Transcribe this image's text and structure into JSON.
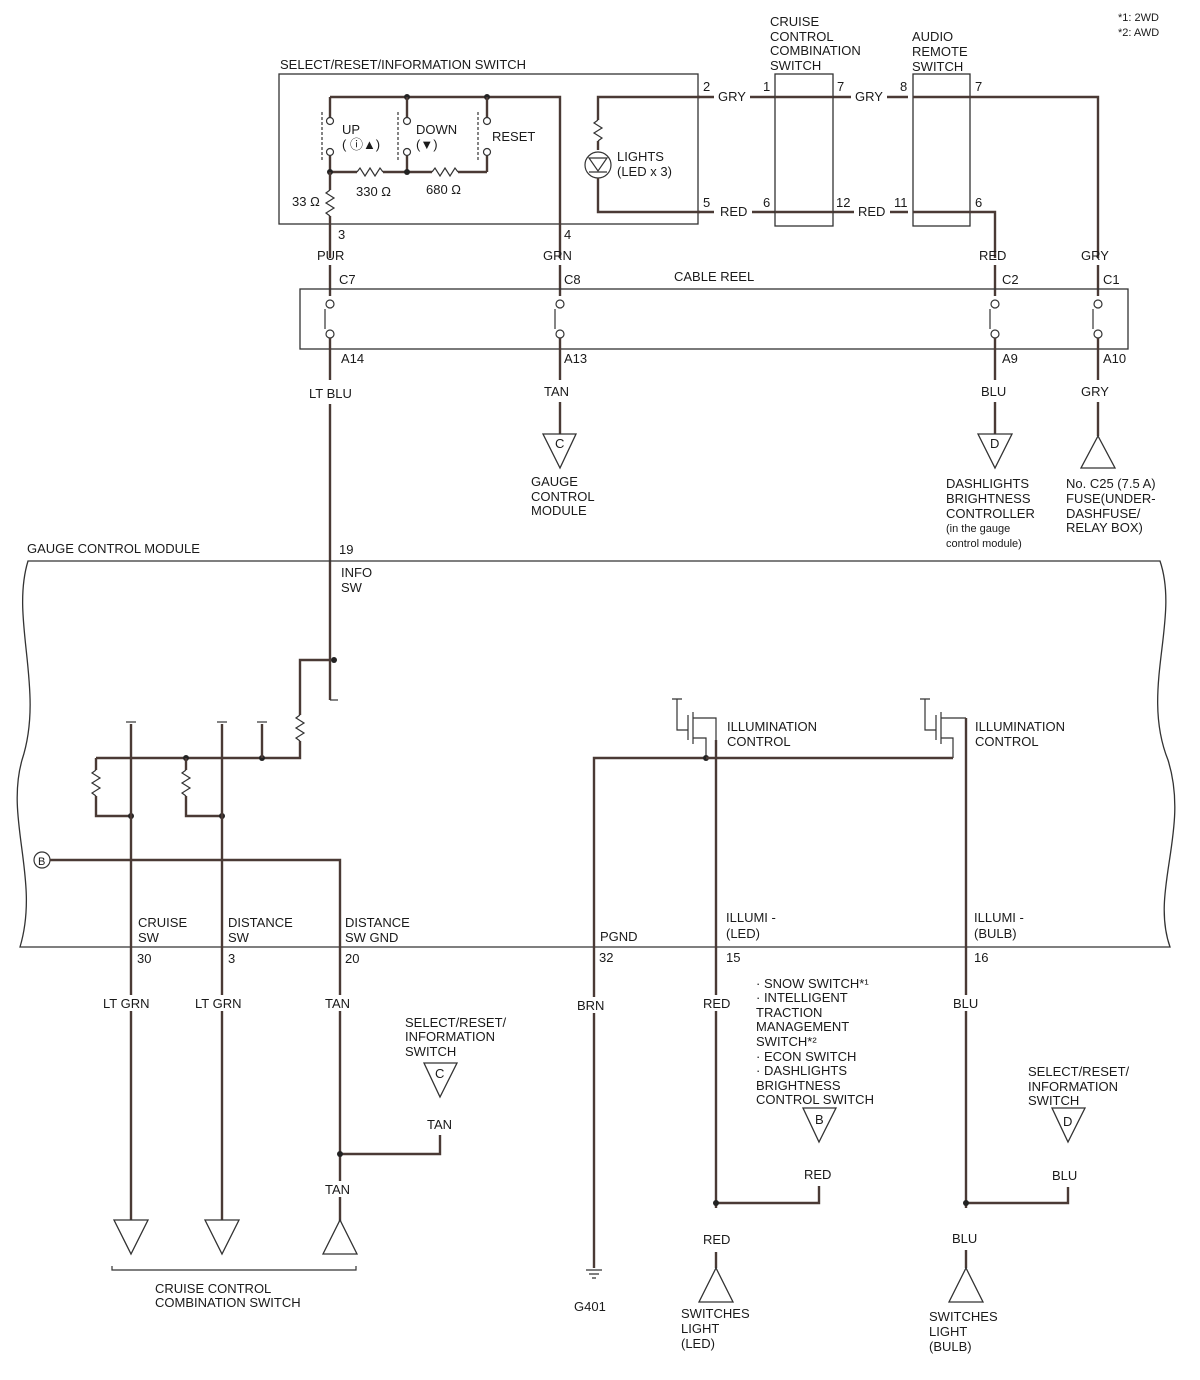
{
  "notes": [
    "*1: 2WD",
    "*2: AWD"
  ],
  "switch_box": {
    "title": "SELECT/RESET/INFORMATION SWITCH",
    "up": "UP",
    "up_sym": "( ⓘ▲)",
    "down": "DOWN",
    "down_sym": "(▼)",
    "reset": "RESET",
    "lights": "LIGHTS",
    "lights_qty": "(LED x 3)",
    "r330": "330 Ω",
    "r680": "680 Ω",
    "r33": "33 Ω",
    "pin2": "2",
    "pin5": "5",
    "pin3": "3",
    "pin4": "4"
  },
  "cruise_combo": {
    "title": [
      "CRUISE",
      "CONTROL",
      "COMBINATION",
      "SWITCH"
    ],
    "pins": [
      "1",
      "7",
      "6",
      "12"
    ]
  },
  "audio_remote": {
    "title": [
      "AUDIO",
      "REMOTE",
      "SWITCH"
    ],
    "pins": [
      "8",
      "7",
      "11",
      "6"
    ]
  },
  "wire_colors": {
    "gry": "GRY",
    "red": "RED",
    "pur": "PUR",
    "grn": "GRN",
    "lt_blu": "LT BLU",
    "tan": "TAN",
    "blu": "BLU",
    "lt_grn": "LT GRN",
    "brn": "BRN"
  },
  "cable_reel": {
    "label": "CABLE REEL",
    "top": [
      "C7",
      "C8",
      "C2",
      "C1"
    ],
    "bottom": [
      "A14",
      "A13",
      "A9",
      "A10"
    ]
  },
  "connectors": {
    "c": "C",
    "d": "D",
    "b": "B"
  },
  "top_destinations": {
    "gauge": [
      "GAUGE",
      "CONTROL",
      "MODULE"
    ],
    "dash": [
      "DASHLIGHTS",
      "BRIGHTNESS",
      "CONTROLLER",
      "(in the gauge",
      "control module)"
    ],
    "fuse": [
      "No. C25 (7.5 A)",
      "FUSE(UNDER-",
      "DASHFUSE/",
      "RELAY BOX)"
    ]
  },
  "gcm": {
    "title": "GAUGE CONTROL MODULE",
    "pin19": "19",
    "info_sw": [
      "INFO",
      "SW"
    ],
    "illum1": [
      "ILLUMINATION",
      "CONTROL"
    ],
    "illum2": [
      "ILLUMINATION",
      "CONTROL"
    ],
    "terms": [
      {
        "label": [
          "CRUISE",
          "SW"
        ],
        "pin": "30"
      },
      {
        "label": [
          "DISTANCE",
          "SW"
        ],
        "pin": "3"
      },
      {
        "label": [
          "DISTANCE",
          "SW GND"
        ],
        "pin": "20"
      },
      {
        "label": [
          "PGND"
        ],
        "pin": "32"
      },
      {
        "label": [
          "ILLUMI -",
          "(LED)"
        ],
        "pin": "15"
      },
      {
        "label": [
          "ILLUMI -",
          "(BULB)"
        ],
        "pin": "16"
      }
    ]
  },
  "bottom": {
    "srs_switch": [
      "SELECT/RESET/",
      "INFORMATION",
      "SWITCH"
    ],
    "srs_switch2": [
      "SELECT/RESET/",
      "INFORMATION",
      "SWITCH"
    ],
    "switch_list": [
      "· SNOW SWITCH*¹",
      "· INTELLIGENT",
      "TRACTION",
      "MANAGEMENT",
      "SWITCH*²",
      "· ECON SWITCH",
      "· DASHLIGHTS",
      "BRIGHTNESS",
      "CONTROL SWITCH"
    ],
    "cruise_combo": [
      "CRUISE CONTROL",
      "COMBINATION SWITCH"
    ],
    "ground": "G401",
    "led_light": [
      "SWITCHES",
      "LIGHT",
      "(LED)"
    ],
    "bulb_light": [
      "SWITCHES",
      "LIGHT",
      "(BULB)"
    ]
  }
}
